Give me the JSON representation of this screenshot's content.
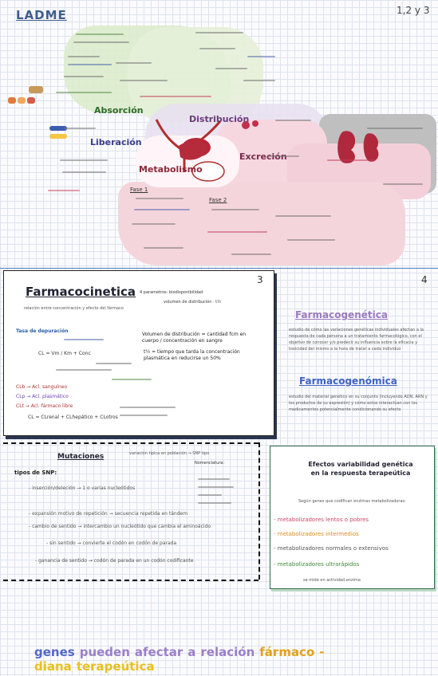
{
  "header": {
    "title": "LADME",
    "pages": "1,2 y 3"
  },
  "map": {
    "absorcion": "Absorción",
    "distribucion": "Distribución",
    "liberacion": "Liberación",
    "metabolismo": "Metabolismo",
    "excrecion": "Excreción",
    "fase1": "Fase 1",
    "fase2": "Fase 2"
  },
  "farmacocinetica": {
    "page_number": "3",
    "title": "Farmacocinetica",
    "subtitle": "relación entre concentración y efecto del fármaco",
    "parametros": "4 parametros: biodisponibilidad",
    "parametros2": "volumen de distribución · t½",
    "tasa": "Tasa de depuración",
    "vd": "Volumen de distribución = cantidad fcm en cuerpo / concentración en sangre",
    "half_life": "t½ = tiempo que tarda la concentración plasmática en reducirse un 50%",
    "cl1": "CL = Vm / Km + Conc",
    "clb": "CLb → Acl. sanguíneo",
    "clp": "CLp → Acl. plasmático",
    "clt": "CLt → Acl. fármaco libre",
    "clsum": "CL = CLrenal + CLhepático + CLotros"
  },
  "farmacogenetica": {
    "page_number": "4",
    "title": "Farmacogenética",
    "text": "estudio de cómo las variaciones genéticas individuales afectan a la respuesta de cada persona a un tratamiento farmacológico, con el objetivo de conocer y/o predecir su influencia sobre la eficacia y toxicidad del mismo a la hora de tratar a cada individuo"
  },
  "farmacogenomica": {
    "title": "Farmacogenómica",
    "text": "estudio del material genético en su conjunto (incluyendo ADN, ARN y los productos de su expresión) y cómo estos interactúan con los medicamentos potencialmente condicionando su efecto"
  },
  "mutaciones": {
    "title": "Mutaciones",
    "side_note": "variación típica en población → SNP tipo",
    "nomenclatura": "Nomenclatura:",
    "tipos": "tipos de SNP:",
    "items": [
      "- inserción/deleción → 1 o varias nucleótidos",
      "- expansión motivo de repetición → secuencia repetida en tándem",
      "- cambio de sentido → intercambio un nucleótido que cambia el aminoácido",
      "- sin sentido → convierte el codón en codón de parada",
      "- ganancia de sentido → codón de parada en un codón codificante"
    ]
  },
  "efectos": {
    "title": "Efectos variabilidad genética en la respuesta terapeútica",
    "intro": "Según genes que codifican enzimas metabolizadoras:",
    "items": [
      {
        "label": "- metabolizadores lentos o pobres",
        "color": "#d0456a"
      },
      {
        "label": "- metabolizadores intermedios",
        "color": "#e08a1e"
      },
      {
        "label": "- metabolizadores normales o extensivos",
        "color": "#555555"
      },
      {
        "label": "- metabolizadores ultrarápidos",
        "color": "#3f8a3a"
      }
    ],
    "note": "se mide en actividad enzima"
  },
  "footer": {
    "w1": "genes",
    "w2": "pueden",
    "w3": "afectar",
    "w4": "a",
    "w5": "relación",
    "w6": "fármaco",
    "w7": "-",
    "w8": "diana",
    "w9": "terapeútica"
  }
}
